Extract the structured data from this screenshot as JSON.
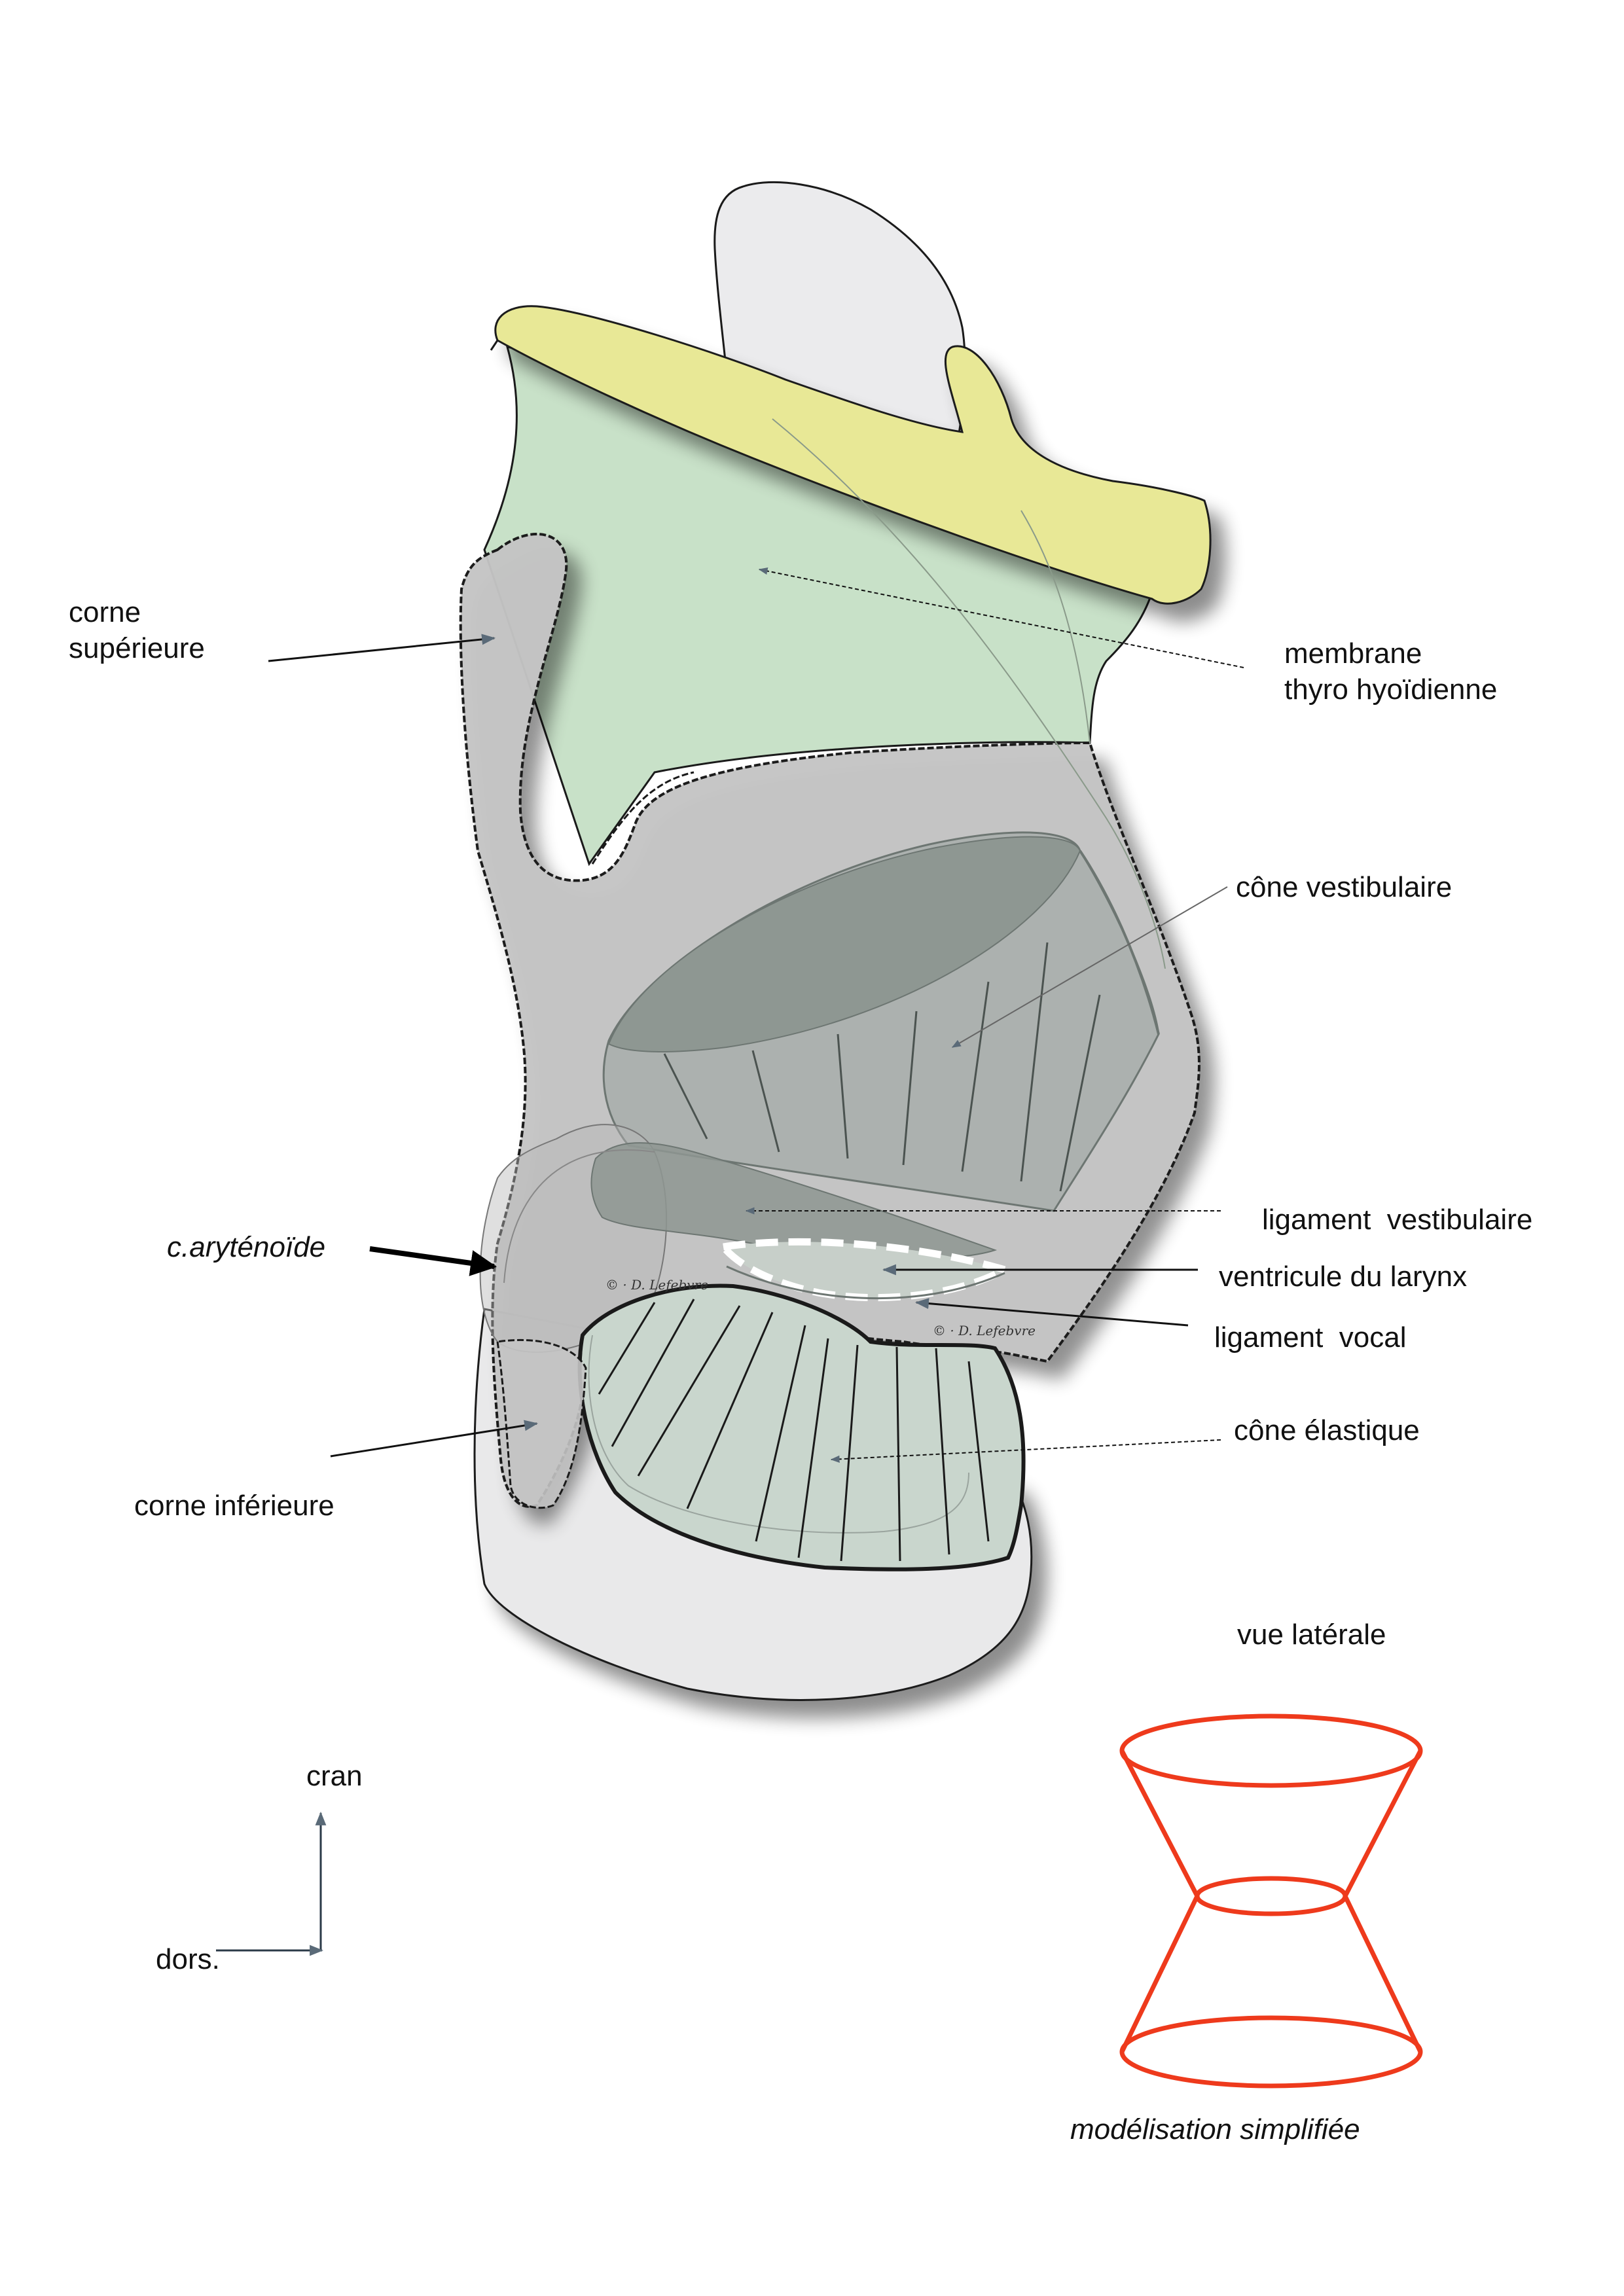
{
  "labels": {
    "corne_superieure_1": "corne",
    "corne_superieure_2": "supérieure",
    "membrane_1": "membrane",
    "membrane_2": "thyro hyoïdienne",
    "cone_vestibulaire": "cône vestibulaire",
    "ligament_vestibulaire": "ligament  vestibulaire",
    "ventricule": "ventricule du larynx",
    "ligament_vocal": "ligament  vocal",
    "arytenoide": "c.aryténoïde",
    "cone_elastique": "cône élastique",
    "corne_inferieure": "corne inférieure",
    "vue_laterale": "vue latérale",
    "cran": "cran",
    "dors": "dors.",
    "modelisation": "modélisation simplifiée",
    "signature": "© · D. Lefebvre"
  },
  "colors": {
    "hyoid_yellow": "#e8e896",
    "membrane_green": "#c5dfc5",
    "cartilage_grey": "#c4c4c4",
    "epiglottis_light": "#ebebed",
    "cone_dark": "#8e9792",
    "elastic_cone": "#c9d6cd",
    "model_red": "#ee3a1c"
  }
}
